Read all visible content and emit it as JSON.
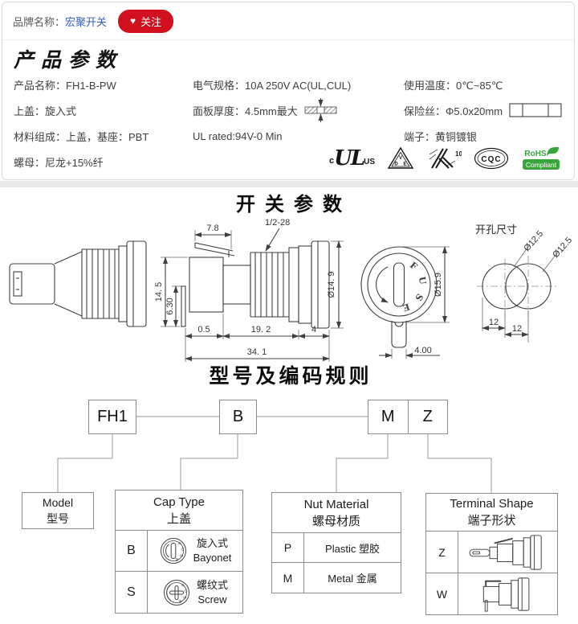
{
  "brand_bar": {
    "label": "品牌名称：",
    "brand_link": "宏聚开关",
    "heart": "♥",
    "follow_button": "关注"
  },
  "product_params": {
    "title": "产品参数",
    "columns": [
      {
        "items": [
          "产品名称：FH1-B-PW",
          "上盖：旋入式",
          "材料组成：上盖，基座：PBT",
          "螺母：尼龙+15%纤"
        ]
      },
      {
        "items": [
          "电气规格：10A 250V AC(UL,CUL)",
          "面板厚度：4.5mm最大",
          "UL rated:94V-0 Min"
        ]
      },
      {
        "items": [
          "使用温度：0℃~85℃",
          "保险丝：Φ5.0x20mm",
          "端子：黄铜镀银"
        ]
      }
    ],
    "certifications": {
      "ul": {
        "prefix": "c",
        "mark": "UL",
        "suffix": "US"
      },
      "vde": {
        "v": "V",
        "d": "D",
        "e": "E"
      },
      "k10": {
        "num": "10"
      },
      "cqc": {
        "text": "CQC"
      },
      "rohs": {
        "line1": "RoHS",
        "line2": "Compliant"
      }
    }
  },
  "fuse_letters": {
    "f": "F",
    "u": "U",
    "s": "S",
    "e": "E"
  },
  "switch_section": {
    "title": "开关参数",
    "dims": {
      "thread": "1/2-28",
      "tab_width": "7.8",
      "body_height": "14. 5",
      "terminal_height": "6.30",
      "gap": "0.5",
      "thread_length": "19. 2",
      "bezel_width": "4",
      "total_length": "34. 1",
      "body_dia": "Ø14. 9",
      "face_dia": "Ø15.9",
      "tab_w": "4.00",
      "hole_title": "开孔尺寸",
      "hole_dia1": "Ø12.5",
      "hole_dia2": "Ø12.5",
      "hole_w1": "12",
      "hole_w2": "12"
    }
  },
  "coding_section": {
    "title": "型号及编码规则",
    "codes": {
      "model": "FH1",
      "cap": "B",
      "nut": "M",
      "terminal": "Z"
    },
    "model_table": {
      "en": "Model",
      "cn": "型号"
    },
    "cap_table": {
      "en": "Cap Type",
      "cn": "上盖",
      "rows": [
        {
          "code": "B",
          "cn": "旋入式",
          "en": "Bayonet"
        },
        {
          "code": "S",
          "cn": "螺纹式",
          "en": "Screw"
        }
      ]
    },
    "nut_table": {
      "en": "Nut Material",
      "cn": "螺母材质",
      "rows": [
        {
          "code": "P",
          "label": "Plastic 塑胶"
        },
        {
          "code": "M",
          "label": "Metal 金属"
        }
      ]
    },
    "terminal_table": {
      "en": "Terminal Shape",
      "cn": "端子形状",
      "rows": [
        {
          "code": "Z"
        },
        {
          "code": "W"
        }
      ]
    }
  }
}
